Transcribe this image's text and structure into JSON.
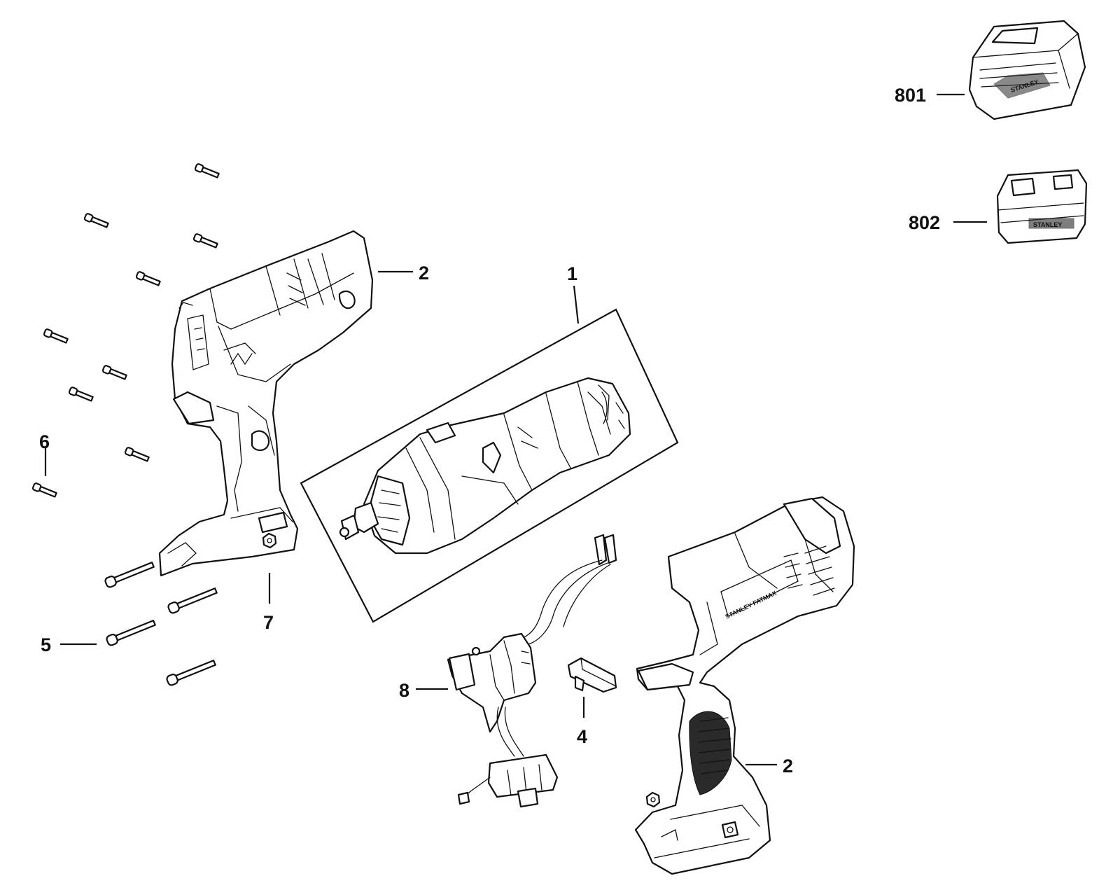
{
  "callouts": {
    "c801": "801",
    "c802": "802",
    "c2_top": "2",
    "c1": "1",
    "c6": "6",
    "c5": "5",
    "c7": "7",
    "c8": "8",
    "c4": "4",
    "c2_bottom": "2"
  },
  "colors": {
    "line": "#111111",
    "background": "#ffffff"
  }
}
